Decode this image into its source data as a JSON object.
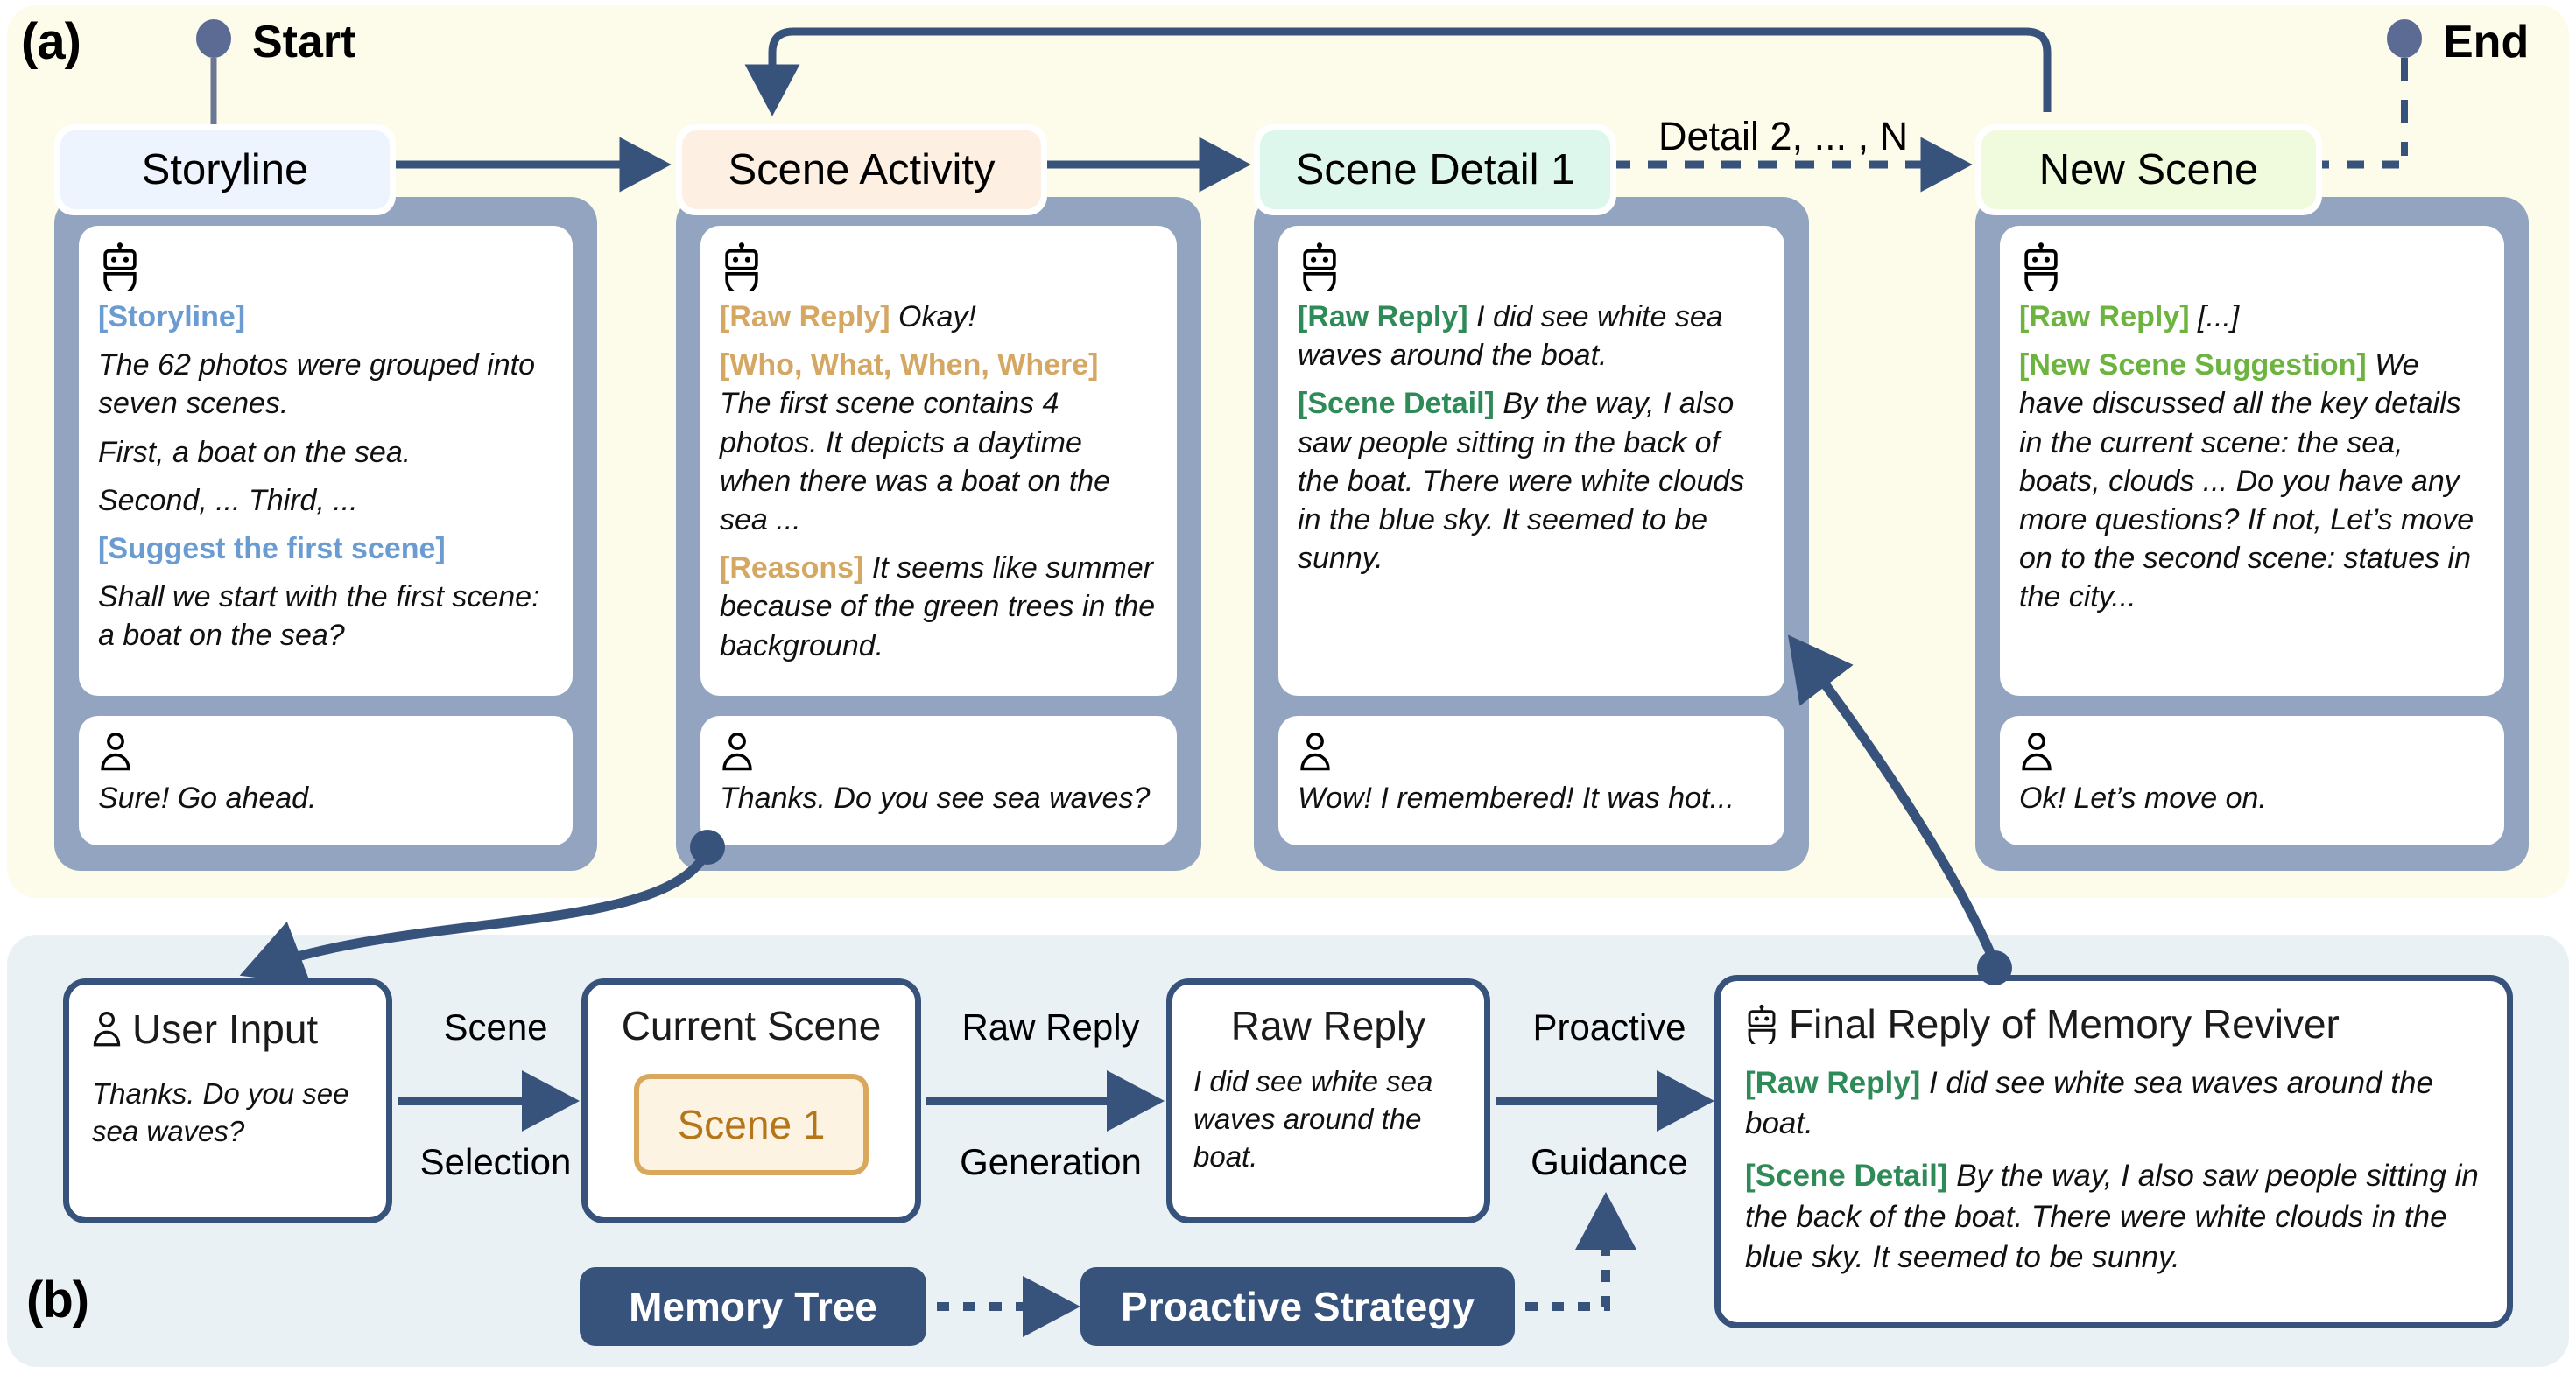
{
  "figure": {
    "panel_a_label": "(a)",
    "panel_b_label": "(b)",
    "start_label": "Start",
    "end_label": "End",
    "colors": {
      "panel_a_bg": "#FDFBEA",
      "panel_b_bg": "#E9F1F5",
      "column_bg": "#93A4C0",
      "arrow": "#37527B",
      "node_dot": "#5C6B94",
      "tag_blue": "#6A9BD1",
      "tag_amber": "#D4A762",
      "tag_dark_green": "#2E8B57",
      "tag_light_green": "#6DB33F",
      "scene_chip_border": "#D9A85C",
      "scene_chip_text": "#B5761A",
      "dark_box": "#37527B"
    }
  },
  "panel_a": {
    "loop_edge_label": "",
    "detail_edge_label": "Detail 2, ... , N",
    "columns": [
      {
        "title": "Storyline",
        "title_bg": "#EDF4FD",
        "bot_icon": "robot-icon",
        "bot_lines": [
          {
            "tag": "[Storyline]",
            "tag_color": "blue",
            "text": ""
          },
          {
            "tag": "",
            "text": "The 62 photos were grouped into seven scenes."
          },
          {
            "tag": "",
            "text": "First, a boat on the sea."
          },
          {
            "tag": "",
            "text": "Second, ... Third, ..."
          },
          {
            "tag": "[Suggest the first scene]",
            "tag_color": "blue",
            "text": ""
          },
          {
            "tag": "",
            "text": "Shall we start with the first scene: a boat on the sea?"
          }
        ],
        "user_icon": "user-icon",
        "user_text": "Sure! Go ahead."
      },
      {
        "title": "Scene Activity",
        "title_bg": "#FDF0E2",
        "bot_icon": "robot-icon",
        "bot_lines": [
          {
            "tag": "[Raw Reply]",
            "tag_color": "amber",
            "text": "Okay!"
          },
          {
            "tag": "[Who, What, When, Where]",
            "tag_color": "amber",
            "text": "The first scene contains 4 photos. It depicts a daytime when there was a boat on the sea ..."
          },
          {
            "tag": "[Reasons]",
            "tag_color": "amber",
            "text": "It seems like summer because of the green trees in the background."
          }
        ],
        "user_icon": "user-icon",
        "user_text": "Thanks. Do you see sea waves?"
      },
      {
        "title": "Scene Detail 1",
        "title_bg": "#DEF7EC",
        "bot_icon": "robot-icon",
        "bot_lines": [
          {
            "tag": "[Raw Reply]",
            "tag_color": "dgreen",
            "text": "I did see white sea waves around the boat."
          },
          {
            "tag": "[Scene Detail]",
            "tag_color": "dgreen",
            "text": "By the way, I also saw people sitting in the back of the boat.  There were white clouds in the blue sky. It seemed to be sunny."
          }
        ],
        "user_icon": "user-icon",
        "user_text": "Wow! I remembered! It was hot..."
      },
      {
        "title": "New Scene",
        "title_bg": "#F0FADC",
        "bot_icon": "robot-icon",
        "bot_lines": [
          {
            "tag": "[Raw Reply]",
            "tag_color": "lgreen",
            "text": "[...]"
          },
          {
            "tag": "[New Scene Suggestion]",
            "tag_color": "lgreen",
            "text": "We have discussed all the key details in the current scene: the sea, boats, clouds ... Do you have any more questions? If not, Let’s move on to the second scene: statues in the city..."
          }
        ],
        "user_icon": "user-icon",
        "user_text": "Ok! Let’s move on."
      }
    ]
  },
  "panel_b": {
    "user_input": {
      "icon": "user-icon",
      "title": "User Input",
      "body": "Thanks. Do you see sea waves?"
    },
    "current_scene": {
      "title": "Current Scene",
      "chip": "Scene 1"
    },
    "raw_reply": {
      "title": "Raw Reply",
      "body": "I did see white sea waves around the boat."
    },
    "final_reply": {
      "icon": "robot-icon",
      "title": "Final Reply of Memory Reviver",
      "lines": [
        {
          "tag": "[Raw Reply]",
          "tag_color": "dgreen",
          "text": "I did see white sea waves around the boat."
        },
        {
          "tag": "[Scene Detail]",
          "tag_color": "dgreen",
          "text": "By the way, I also saw people sitting in the back of the boat.  There were white clouds in the blue sky. It seemed to be sunny."
        }
      ]
    },
    "edge_labels": [
      {
        "top": "Scene",
        "bottom": "Selection"
      },
      {
        "top": "Raw Reply",
        "bottom": "Generation"
      },
      {
        "top": "Proactive",
        "bottom": "Guidance"
      }
    ],
    "memory_tree": "Memory Tree",
    "proactive_strategy": "Proactive Strategy"
  }
}
